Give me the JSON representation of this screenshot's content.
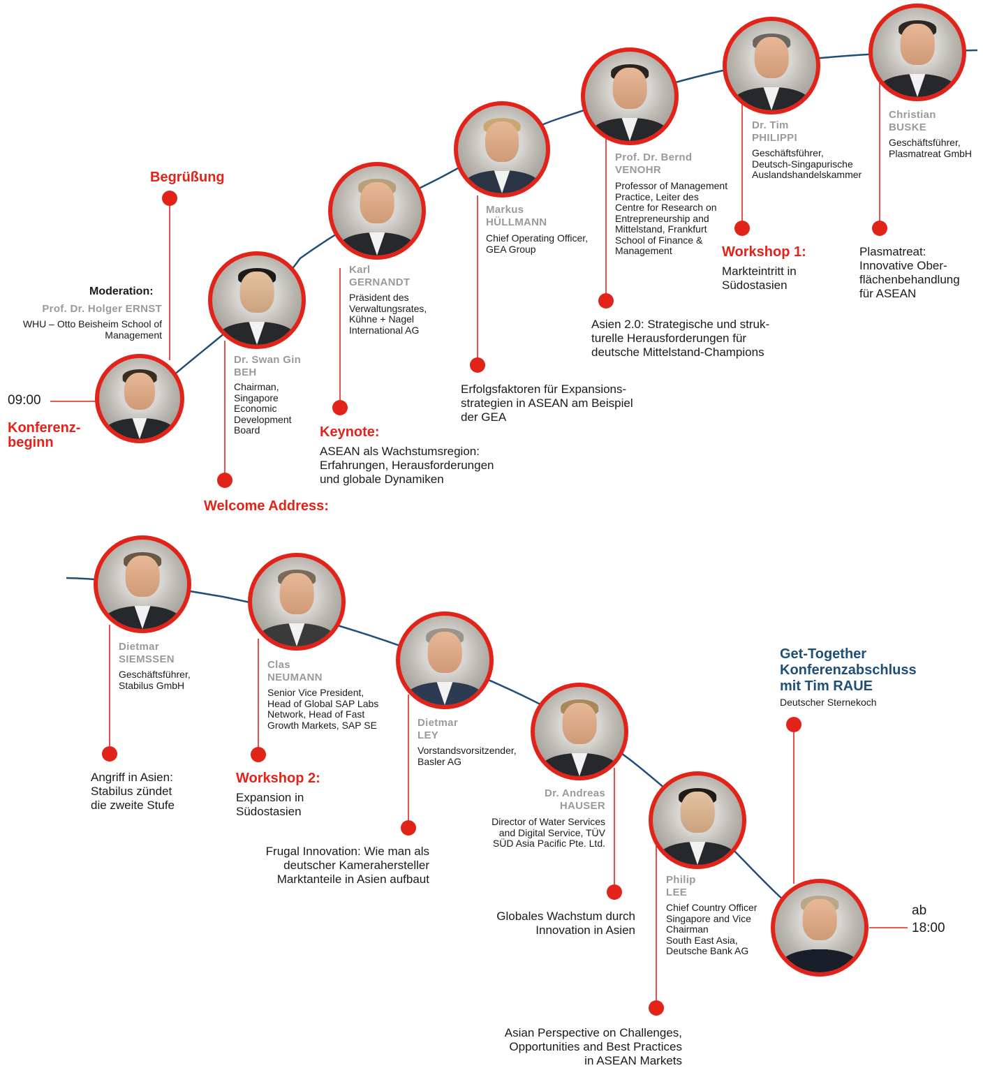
{
  "colors": {
    "accent": "#e2231a",
    "line": "#1f4e79",
    "muted": "#9c9a97",
    "text": "#1a1a1a"
  },
  "start": {
    "time": "09:00",
    "label": "Konferenz-\nbeginn"
  },
  "greeting": {
    "title": "Begrüßung"
  },
  "moderation": {
    "label": "Moderation:",
    "name": "Prof. Dr. Holger ERNST",
    "org": "WHU – Otto Beisheim School of\nManagement"
  },
  "speakers": {
    "beh": {
      "first": "Dr. Swan Gin",
      "last": "BEH",
      "role": "Chairman,\nSingapore\nEconomic\nDevelopment\nBoard"
    },
    "gernandt": {
      "first": "Karl",
      "last": "GERNANDT",
      "role": "Präsident des\nVerwaltungsrates,\nKühne + Nagel\nInternational AG"
    },
    "huellmann": {
      "first": "Markus",
      "last": "HÜLLMANN",
      "role": "Chief Operating Officer,\nGEA Group"
    },
    "venohr": {
      "first": "Prof. Dr. Bernd",
      "last": "VENOHR",
      "role": "Professor of Management\nPractice, Leiter des\nCentre for Research on\nEntrepreneurship and\nMittelstand, Frankfurt\nSchool of Finance &\nManagement"
    },
    "philippi": {
      "first": "Dr. Tim",
      "last": "PHILIPPI",
      "role": "Geschäftsführer,\nDeutsch-Singapurische\nAuslandshandelskammer"
    },
    "buske": {
      "first": "Christian",
      "last": "BUSKE",
      "role": "Geschäftsführer,\nPlasmatreat GmbH"
    },
    "siemssen": {
      "first": "Dietmar",
      "last": "SIEMSSEN",
      "role": "Geschäftsführer,\nStabilus GmbH"
    },
    "neumann": {
      "first": "Clas",
      "last": "NEUMANN",
      "role": "Senior Vice President,\nHead of Global SAP Labs\nNetwork, Head of Fast\nGrowth Markets, SAP SE"
    },
    "ley": {
      "first": "Dietmar",
      "last": "LEY",
      "role": "Vorstandsvorsitzender,\nBasler AG"
    },
    "hauser": {
      "first": "Dr. Andreas",
      "last": "HAUSER",
      "role": "Director of Water Services\nand Digital Service, TÜV\nSÜD Asia Pacific Pte. Ltd."
    },
    "lee": {
      "first": "Philip",
      "last": "LEE",
      "role": "Chief Country Officer\nSingapore and Vice\nChairman\nSouth East Asia,\nDeutsche Bank AG"
    }
  },
  "sessions": {
    "welcome": {
      "title": "Welcome Address:"
    },
    "keynote": {
      "title": "Keynote:",
      "text": "ASEAN als Wachstumsregion:\nErfahrungen, Herausforderungen\nund globale Dynamiken"
    },
    "gea": {
      "text": "Erfolgsfaktoren für Expansions-\nstrategien in ASEAN am Beispiel\nder GEA"
    },
    "asien20": {
      "text": "Asien 2.0: Strategische und struk-\nturelle Herausforderungen für\ndeutsche Mittelstand-Champions"
    },
    "workshop1": {
      "title": "Workshop 1:",
      "text": "Markteintritt in\nSüdostasien"
    },
    "plasmatreat": {
      "text": "Plasmatreat:\nInnovative Ober-\nflächenbehandlung\nfür ASEAN"
    },
    "stabilus": {
      "text": "Angriff in Asien:\nStabilus zündet\ndie zweite Stufe"
    },
    "workshop2": {
      "title": "Workshop 2:",
      "text": "Expansion in\nSüdostasien"
    },
    "frugal": {
      "text": "Frugal Innovation: Wie man als\ndeutscher Kamerahersteller\nMarktanteile in Asien aufbaut"
    },
    "globales": {
      "text": "Globales Wachstum durch\nInnovation in Asien"
    },
    "asian": {
      "text": "Asian Perspective on Challenges,\nOpportunities and Best Practices\nin ASEAN Markets"
    }
  },
  "closing": {
    "title": "Get-Together\nKonferenzabschluss\nmit Tim RAUE",
    "subtitle": "Deutscher Sternekoch",
    "time_prefix": "ab",
    "time": "18:00"
  }
}
